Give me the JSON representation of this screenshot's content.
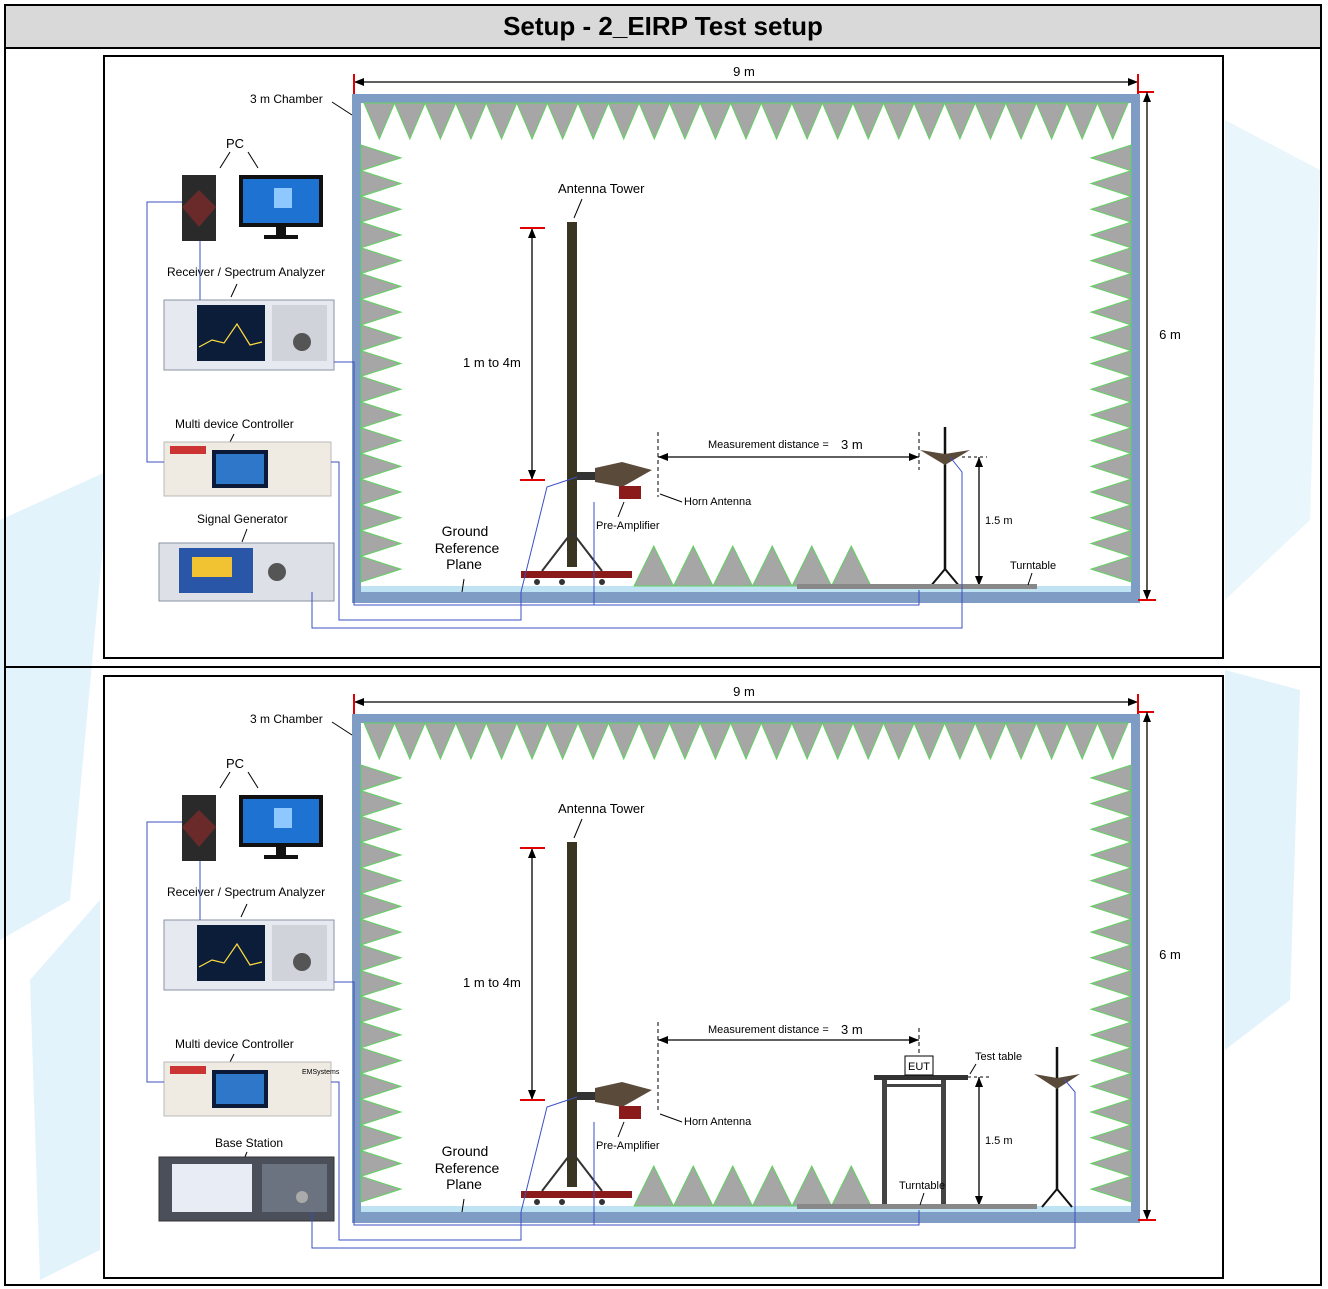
{
  "title": "Setup - 2_EIRP Test setup",
  "setup1": {
    "width_label": "9 m",
    "height_label": "6 m",
    "chamber_label": "3 m Chamber",
    "pc_label": "PC",
    "receiver_label": "Receiver / Spectrum Analyzer",
    "controller_label": "Multi device Controller",
    "source_label": "Signal Generator",
    "tower_label": "Antenna Tower",
    "tower_height_label": "1 m to 4m",
    "measurement_prefix": "Measurement distance =",
    "measurement_value": "3 m",
    "horn_label": "Horn Antenna",
    "preamp_label": "Pre-Amplifier",
    "ground_label_1": "Ground",
    "ground_label_2": "Reference",
    "ground_label_3": "Plane",
    "height_15_label": "1.5 m",
    "turntable_label": "Turntable"
  },
  "setup2": {
    "width_label": "9 m",
    "height_label": "6 m",
    "chamber_label": "3 m Chamber",
    "pc_label": "PC",
    "receiver_label": "Receiver / Spectrum Analyzer",
    "controller_label": "Multi device Controller",
    "source_label": "Base Station",
    "tower_label": "Antenna Tower",
    "tower_height_label": "1 m to 4m",
    "measurement_prefix": "Measurement distance =",
    "measurement_value": "3 m",
    "horn_label": "Horn Antenna",
    "preamp_label": "Pre-Amplifier",
    "ground_label_1": "Ground",
    "ground_label_2": "Reference",
    "ground_label_3": "Plane",
    "height_15_label": "1.5 m",
    "turntable_label": "Turntable",
    "test_table_label": "Test table",
    "eut_label": "EUT",
    "controller_brand": "EMSystems"
  },
  "colors": {
    "header_bg": "#d9d9d9",
    "chamber_wall": "#7f9cc4",
    "absorber": "#a6a6a6",
    "absorber_edge": "#5fd35f",
    "cable": "#3b4fc4",
    "watermark": "#dff1fb",
    "dimension_red": "#e00000",
    "tower": "#3a3520",
    "turntable_base": "#8b1a1a"
  }
}
